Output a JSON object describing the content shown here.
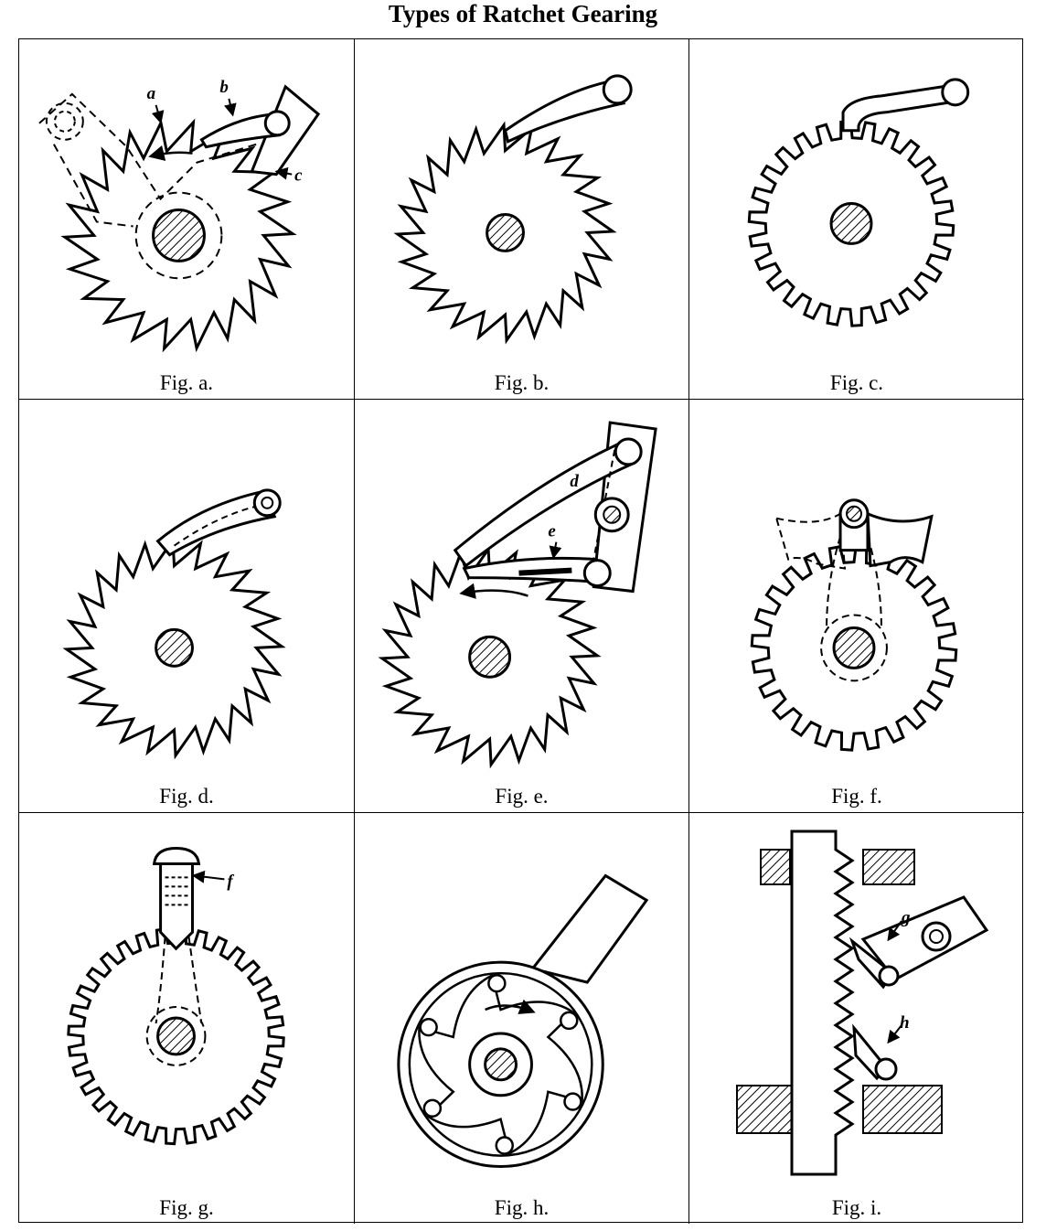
{
  "title": "Types of Ratchet Gearing",
  "figures": [
    {
      "id": "a",
      "caption": "Fig. a.",
      "letters": [
        "a",
        "b",
        "c"
      ]
    },
    {
      "id": "b",
      "caption": "Fig. b.",
      "letters": []
    },
    {
      "id": "c",
      "caption": "Fig. c.",
      "letters": []
    },
    {
      "id": "d",
      "caption": "Fig. d.",
      "letters": []
    },
    {
      "id": "e",
      "caption": "Fig. e.",
      "letters": [
        "d",
        "e"
      ]
    },
    {
      "id": "f",
      "caption": "Fig. f.",
      "letters": []
    },
    {
      "id": "g",
      "caption": "Fig. g.",
      "letters": [
        "f"
      ]
    },
    {
      "id": "h",
      "caption": "Fig. h.",
      "letters": []
    },
    {
      "id": "i",
      "caption": "Fig. i.",
      "letters": [
        "g",
        "h"
      ]
    }
  ]
}
